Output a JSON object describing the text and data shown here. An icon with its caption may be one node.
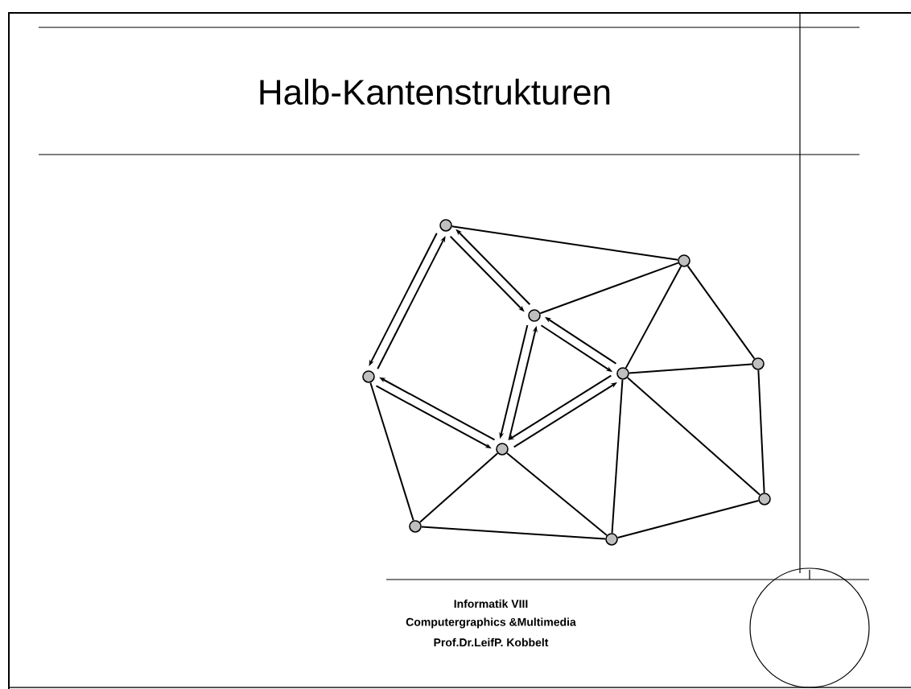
{
  "diagram": {
    "title": "Halb-Kantenstrukturen",
    "nodes": [
      {
        "text": [],
        "shape": "circle"
      },
      {
        "text": [],
        "shape": "circle"
      },
      {
        "text": [],
        "shape": "circle"
      },
      {
        "text": [],
        "shape": "circle"
      },
      {
        "text": [],
        "shape": "circle"
      },
      {
        "text": [],
        "shape": "circle"
      },
      {
        "text": [],
        "shape": "circle"
      },
      {
        "text": [],
        "shape": "circle"
      },
      {
        "text": [],
        "shape": "circle"
      },
      {
        "text": [],
        "shape": "circle"
      }
    ],
    "edges": [
      {
        "from": 0,
        "to": 1,
        "arrow": "none"
      },
      {
        "from": 2,
        "to": 1,
        "arrow": "none"
      },
      {
        "from": 1,
        "to": 4,
        "arrow": "none"
      },
      {
        "from": 1,
        "to": 3,
        "arrow": "none"
      },
      {
        "from": 4,
        "to": 3,
        "arrow": "none"
      },
      {
        "from": 3,
        "to": 7,
        "arrow": "none"
      },
      {
        "from": 4,
        "to": 7,
        "arrow": "none"
      },
      {
        "from": 4,
        "to": 9,
        "arrow": "none"
      },
      {
        "from": 6,
        "to": 9,
        "arrow": "none"
      },
      {
        "from": 6,
        "to": 8,
        "arrow": "none"
      },
      {
        "from": 8,
        "to": 5,
        "arrow": "none"
      },
      {
        "from": 8,
        "to": 9,
        "arrow": "none"
      },
      {
        "from": 9,
        "to": 7,
        "arrow": "none"
      },
      {
        "from": 0,
        "to": 5,
        "arrow": "to"
      },
      {
        "from": 5,
        "to": 0,
        "arrow": "to"
      },
      {
        "from": 0,
        "to": 2,
        "arrow": "to"
      },
      {
        "from": 2,
        "to": 0,
        "arrow": "to"
      },
      {
        "from": 2,
        "to": 4,
        "arrow": "to"
      },
      {
        "from": 4,
        "to": 2,
        "arrow": "to"
      },
      {
        "from": 2,
        "to": 6,
        "arrow": "to"
      },
      {
        "from": 6,
        "to": 2,
        "arrow": "to"
      },
      {
        "from": 5,
        "to": 6,
        "arrow": "to"
      },
      {
        "from": 6,
        "to": 5,
        "arrow": "to"
      },
      {
        "from": 6,
        "to": 4,
        "arrow": "to"
      },
      {
        "from": 4,
        "to": 6,
        "arrow": "to"
      }
    ],
    "labels": [
      "Informatik VIII",
      "Computergraphics &Multimedia",
      "Prof.Dr.LeifP. Kobbelt"
    ]
  }
}
